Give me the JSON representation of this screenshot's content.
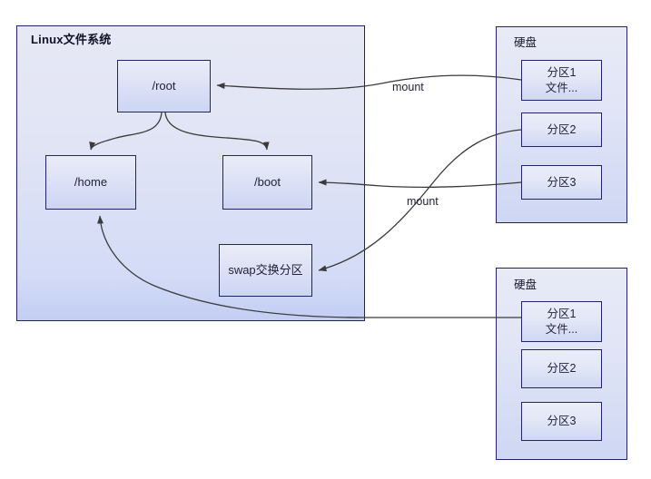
{
  "diagram": {
    "title": "Linux文件系统",
    "filesystem": {
      "nodes": [
        {
          "id": "root",
          "label": "/root"
        },
        {
          "id": "home",
          "label": "/home"
        },
        {
          "id": "boot",
          "label": "/boot"
        },
        {
          "id": "swap",
          "label": "swap交换分区"
        }
      ]
    },
    "disks": [
      {
        "id": "disk-1",
        "title": "硬盘",
        "partitions": [
          {
            "id": "d1-p1",
            "label": "分区1",
            "sub": "文件..."
          },
          {
            "id": "d1-p2",
            "label": "分区2",
            "sub": ""
          },
          {
            "id": "d1-p3",
            "label": "分区3",
            "sub": ""
          }
        ]
      },
      {
        "id": "disk-2",
        "title": "硬盘",
        "partitions": [
          {
            "id": "d2-p1",
            "label": "分区1",
            "sub": "文件..."
          },
          {
            "id": "d2-p2",
            "label": "分区2",
            "sub": ""
          },
          {
            "id": "d2-p3",
            "label": "分区3",
            "sub": ""
          }
        ]
      }
    ],
    "edge_labels": [
      {
        "id": "mount-1",
        "label": "mount"
      },
      {
        "id": "mount-2",
        "label": "mount"
      }
    ],
    "colors": {
      "border": "#23236b",
      "container_fill_top": "#e6e8f5",
      "container_fill_bottom": "#c3cef3",
      "node_fill_top": "#eaecf7",
      "node_fill_bottom": "#ccd5f3",
      "arrow": "#3b3b3b",
      "text": "#22223a",
      "page_background": "#ffffff"
    }
  }
}
